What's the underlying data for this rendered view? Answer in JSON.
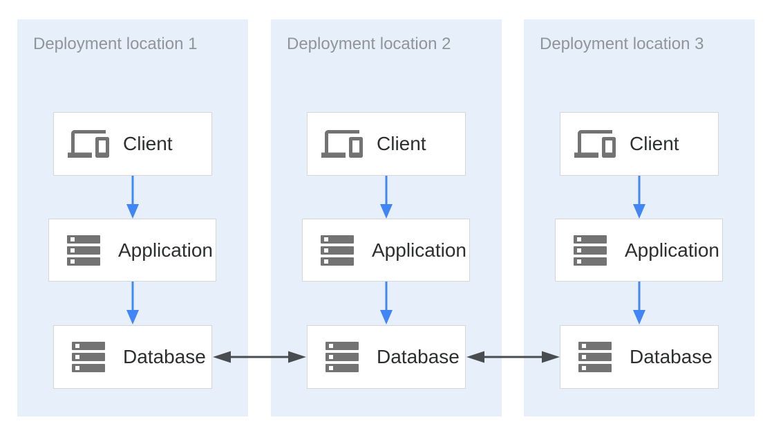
{
  "colors": {
    "canvas_bg": "#ffffff",
    "panel_bg": "#e6effa",
    "panel_title": "#8e959c",
    "box_bg": "#ffffff",
    "box_border": "#d6d6d6",
    "box_label": "#2c2e30",
    "icon_gray": "#737373",
    "flow_arrow": "#4285f4",
    "replication_arrow": "#4a4d50"
  },
  "diagram": {
    "panels": [
      {
        "title": "Deployment location 1",
        "nodes": [
          {
            "label": "Client",
            "icon": "devices-icon"
          },
          {
            "label": "Application",
            "icon": "server-stack-icon"
          },
          {
            "label": "Database",
            "icon": "server-stack-icon"
          }
        ]
      },
      {
        "title": "Deployment location 2",
        "nodes": [
          {
            "label": "Client",
            "icon": "devices-icon"
          },
          {
            "label": "Application",
            "icon": "server-stack-icon"
          },
          {
            "label": "Database",
            "icon": "server-stack-icon"
          }
        ]
      },
      {
        "title": "Deployment location 3",
        "nodes": [
          {
            "label": "Client",
            "icon": "devices-icon"
          },
          {
            "label": "Application",
            "icon": "server-stack-icon"
          },
          {
            "label": "Database",
            "icon": "server-stack-icon"
          }
        ]
      }
    ],
    "connections": [
      {
        "from": "Client",
        "to": "Application",
        "scope": "within each deployment location",
        "bidirectional": false,
        "style": "blue-flow-arrow"
      },
      {
        "from": "Application",
        "to": "Database",
        "scope": "within each deployment location",
        "bidirectional": false,
        "style": "blue-flow-arrow"
      },
      {
        "from": "Database (location 1)",
        "to": "Database (location 2)",
        "bidirectional": true,
        "style": "dark-double-arrow"
      },
      {
        "from": "Database (location 2)",
        "to": "Database (location 3)",
        "bidirectional": true,
        "style": "dark-double-arrow"
      }
    ]
  }
}
